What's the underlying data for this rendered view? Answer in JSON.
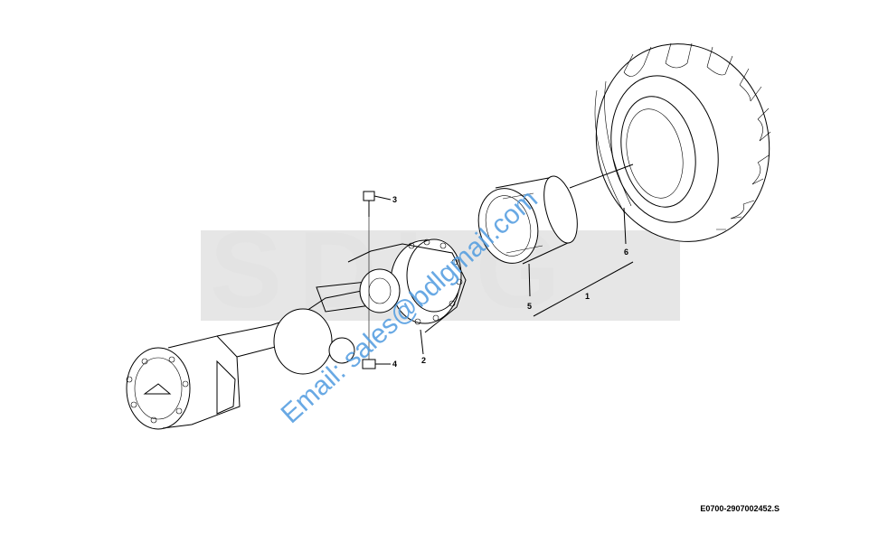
{
  "watermark": {
    "brand": "SDLG",
    "email": "Email: sales@bdlgmail.com"
  },
  "callouts": [
    "1",
    "2",
    "3",
    "4",
    "5",
    "6"
  ],
  "drawing_id": "E0700-2907002452.S",
  "colors": {
    "brand_watermark": "#e3e3e3",
    "email_watermark": "#4f9be0",
    "line": "#000000"
  }
}
